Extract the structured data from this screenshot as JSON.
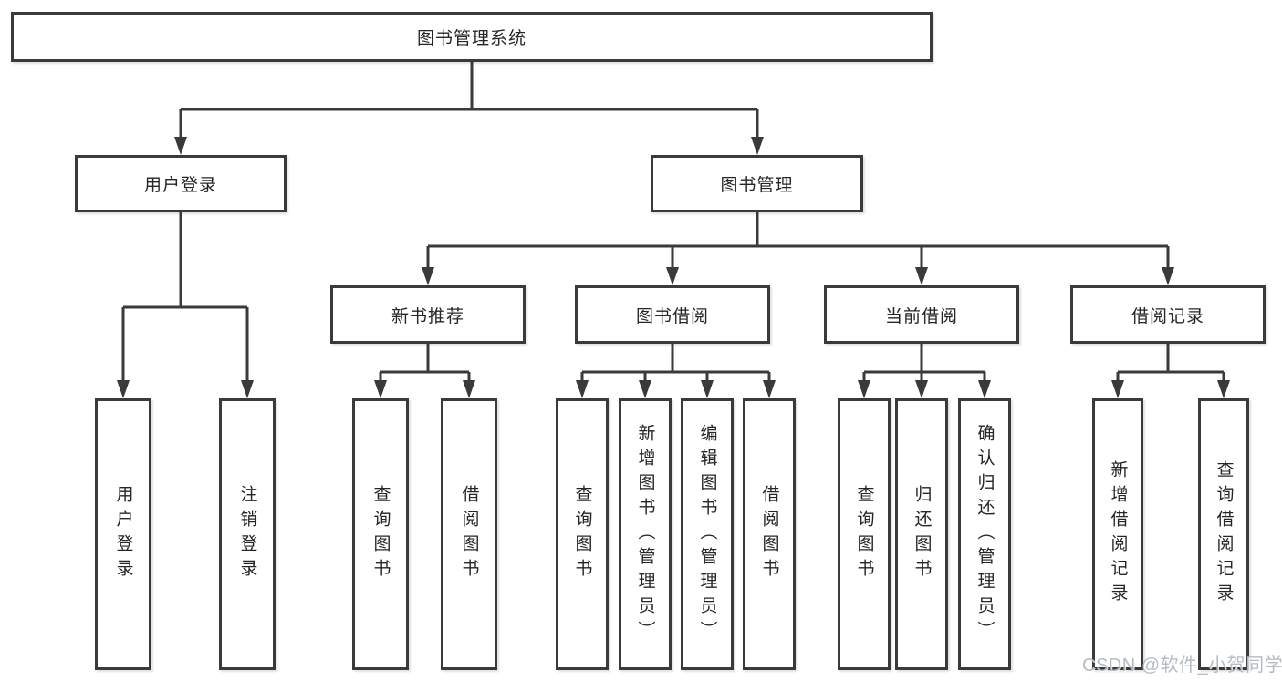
{
  "nodes": {
    "root": "图书管理系统",
    "user_login": "用户登录",
    "book_mgmt": "图书管理",
    "new_books": "新书推荐",
    "book_borrow": "图书借阅",
    "current_borrow": "当前借阅",
    "borrow_records": "借阅记录",
    "leaf_user_login": "用户登录",
    "leaf_logout": "注销登录",
    "leaf_nb_query": "查询图书",
    "leaf_nb_borrow": "借阅图书",
    "leaf_bb_query": "查询图书",
    "leaf_bb_add": "新增图书（管理员）",
    "leaf_bb_edit": "编辑图书（管理员）",
    "leaf_bb_borrow": "借阅图书",
    "leaf_cb_query": "查询图书",
    "leaf_cb_return": "归还图书",
    "leaf_cb_confirm": "确认归还（管理员）",
    "leaf_br_add": "新增借阅记录",
    "leaf_br_query": "查询借阅记录"
  },
  "watermark": "CSDN @软件_小贺同学",
  "colors": {
    "line": "#3a3a3a",
    "box_border": "#3a3a3a",
    "text": "#262626",
    "watermark": "#b2b8bd",
    "background": "#ffffff"
  }
}
